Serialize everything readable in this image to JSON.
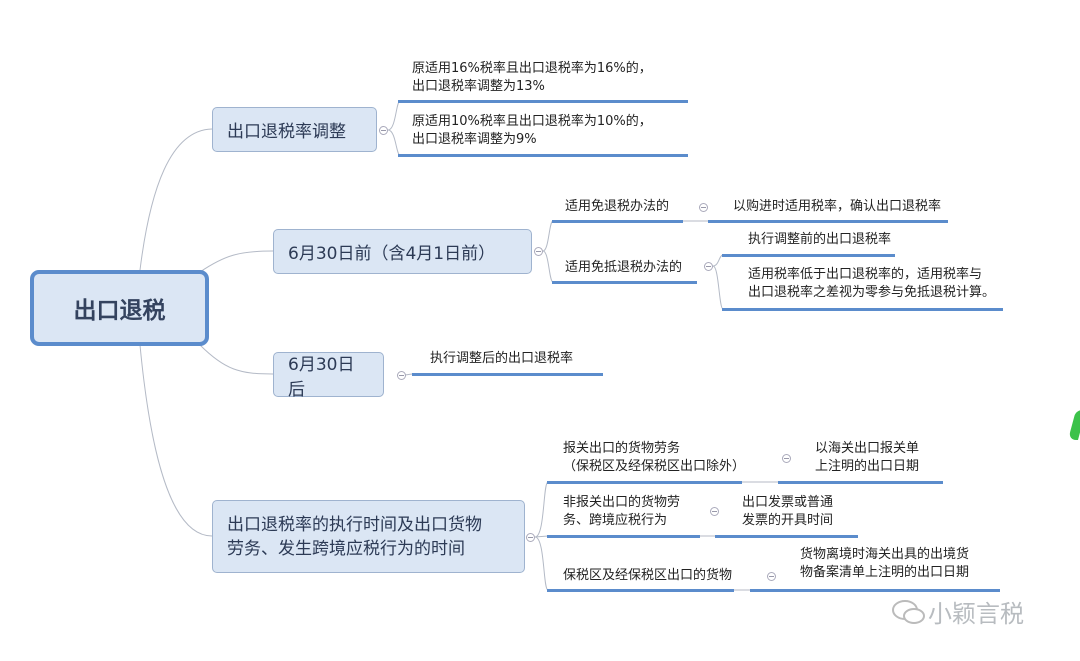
{
  "root": "出口退税",
  "branches": [
    {
      "label": "出口退税率调整",
      "leaves": [
        "原适用16%税率且出口退税率为16%的，",
        "出口退税率调整为13%",
        "原适用10%税率且出口退税率为10%的，",
        "出口退税率调整为9%"
      ]
    },
    {
      "label": "6月30日前（含4月1日前）",
      "subs": [
        {
          "label": "适用免退税办法的",
          "leaves": [
            "以购进时适用税率，确认出口退税率"
          ]
        },
        {
          "label": "适用免抵退税办法的",
          "leaves": [
            "执行调整前的出口退税率",
            "适用税率低于出口退税率的，适用税率与",
            "出口退税率之差视为零参与免抵退税计算。"
          ]
        }
      ]
    },
    {
      "label": "6月30日后",
      "leaves": [
        "执行调整后的出口退税率"
      ]
    },
    {
      "label_lines": [
        "出口退税率的执行时间及出口货物",
        "劳务、发生跨境应税行为的时间"
      ],
      "subs": [
        {
          "lines": [
            "报关出口的货物劳务",
            "（保税区及经保税区出口除外）"
          ],
          "leaves": [
            "以海关出口报关单",
            "上注明的出口日期"
          ]
        },
        {
          "lines": [
            "非报关出口的货物劳",
            "务、跨境应税行为"
          ],
          "leaves": [
            "出口发票或普通",
            "发票的开具时间"
          ]
        },
        {
          "lines": [
            "保税区及经保税区出口的货物"
          ],
          "leaves": [
            "货物离境时海关出具的出境货",
            "物备案清单上注明的出口日期"
          ]
        }
      ]
    }
  ],
  "watermark": "小颖言税",
  "colors": {
    "accent": "#5b8ccc",
    "node_fill": "#dbe6f4"
  }
}
